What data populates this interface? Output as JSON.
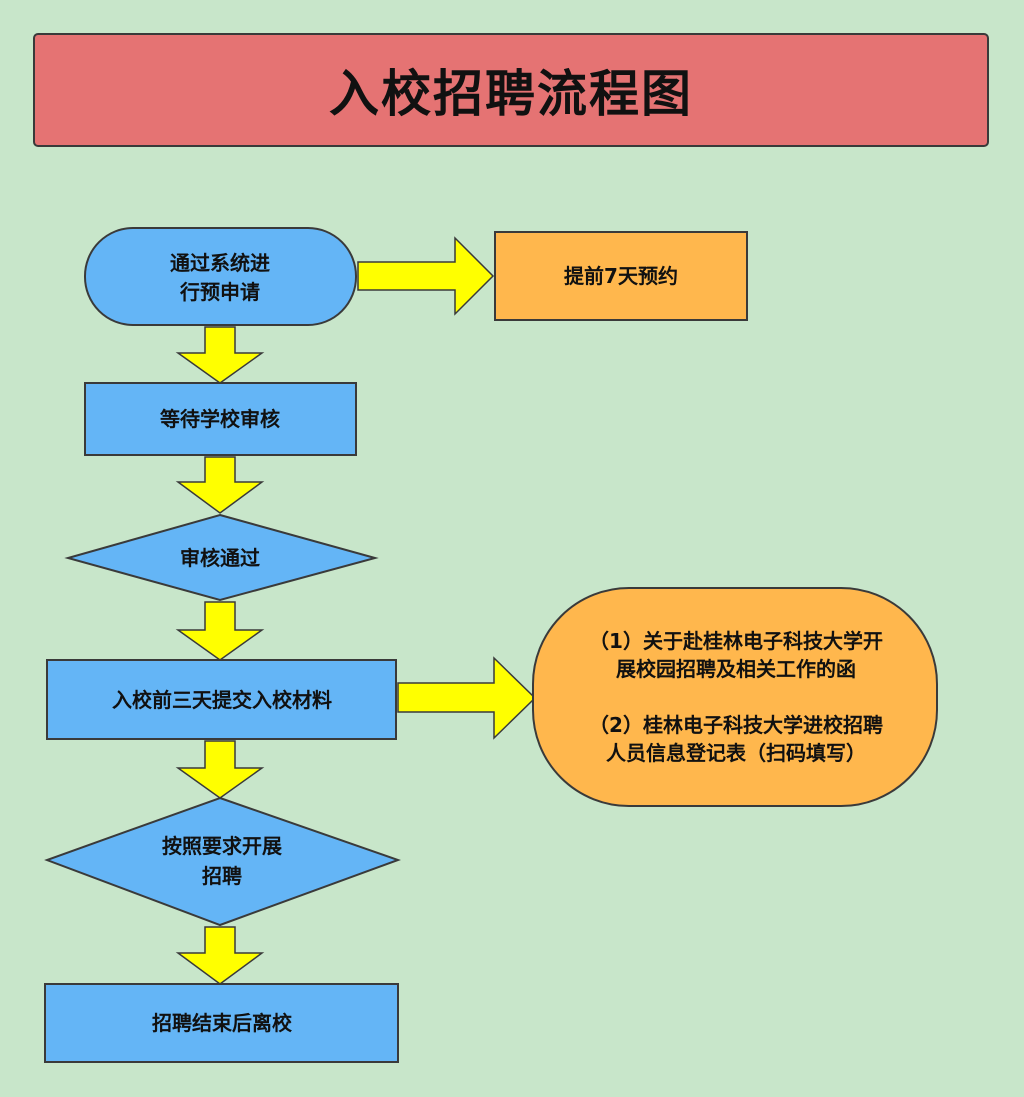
{
  "title": "入校招聘流程图",
  "colors": {
    "background": "#c8e6ca",
    "banner": "#e57373",
    "process_blue": "#64b5f6",
    "note_orange": "#ffb74d",
    "arrow_yellow": "#ffff00",
    "stroke": "#3a3a3a"
  },
  "steps": {
    "apply": [
      "通过系统进",
      "行预申请"
    ],
    "wait_review": "等待学校审核",
    "review_passed": "审核通过",
    "submit_materials": "入校前三天提交入校材料",
    "conduct": [
      "按照要求开展",
      "招聘"
    ],
    "finish": "招聘结束后离校"
  },
  "notes": {
    "advance": "提前7天预约",
    "materials": [
      "（1）关于赴桂林电子科技大学开",
      "展校园招聘及相关工作的函",
      "（2）桂林电子科技大学进校招聘",
      "人员信息登记表（扫码填写）"
    ]
  }
}
